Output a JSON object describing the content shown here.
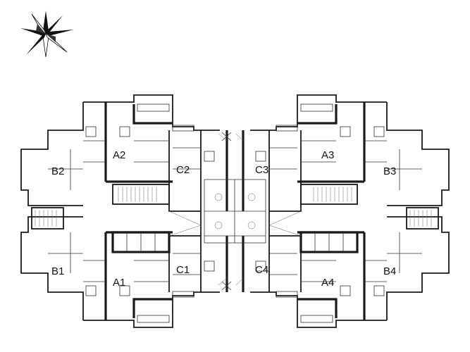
{
  "compass": {
    "icon": "compass-rose-icon"
  },
  "units": [
    {
      "id": "a2",
      "label": "A2"
    },
    {
      "id": "c2",
      "label": "C2"
    },
    {
      "id": "c3",
      "label": "C3"
    },
    {
      "id": "a3",
      "label": "A3"
    },
    {
      "id": "b2",
      "label": "B2"
    },
    {
      "id": "b3",
      "label": "B3"
    },
    {
      "id": "b1",
      "label": "B1"
    },
    {
      "id": "b4",
      "label": "B4"
    },
    {
      "id": "a1",
      "label": "A1"
    },
    {
      "id": "c1",
      "label": "C1"
    },
    {
      "id": "c4",
      "label": "C4"
    },
    {
      "id": "a4",
      "label": "A4"
    }
  ],
  "colors": {
    "wall": "#1a1a1a",
    "background": "#ffffff"
  }
}
